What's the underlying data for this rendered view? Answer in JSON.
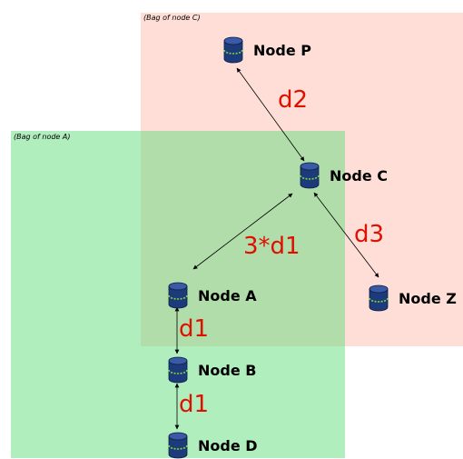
{
  "bags": {
    "node_c": {
      "label": "(Bag of node C)"
    },
    "node_a": {
      "label": "(Bag of node A)"
    }
  },
  "nodes": {
    "p": {
      "label": "Node P"
    },
    "c": {
      "label": "Node C"
    },
    "a": {
      "label": "Node A"
    },
    "z": {
      "label": "Node Z"
    },
    "b": {
      "label": "Node B"
    },
    "d": {
      "label": "Node D"
    }
  },
  "distances": {
    "p_c": "d2",
    "a_c": "3*d1",
    "c_z": "d3",
    "a_b": "d1",
    "b_d": "d1"
  },
  "colors": {
    "node_body": "#1d3a7a",
    "node_band": "#7ad63a",
    "distance_text": "#dd1100"
  }
}
